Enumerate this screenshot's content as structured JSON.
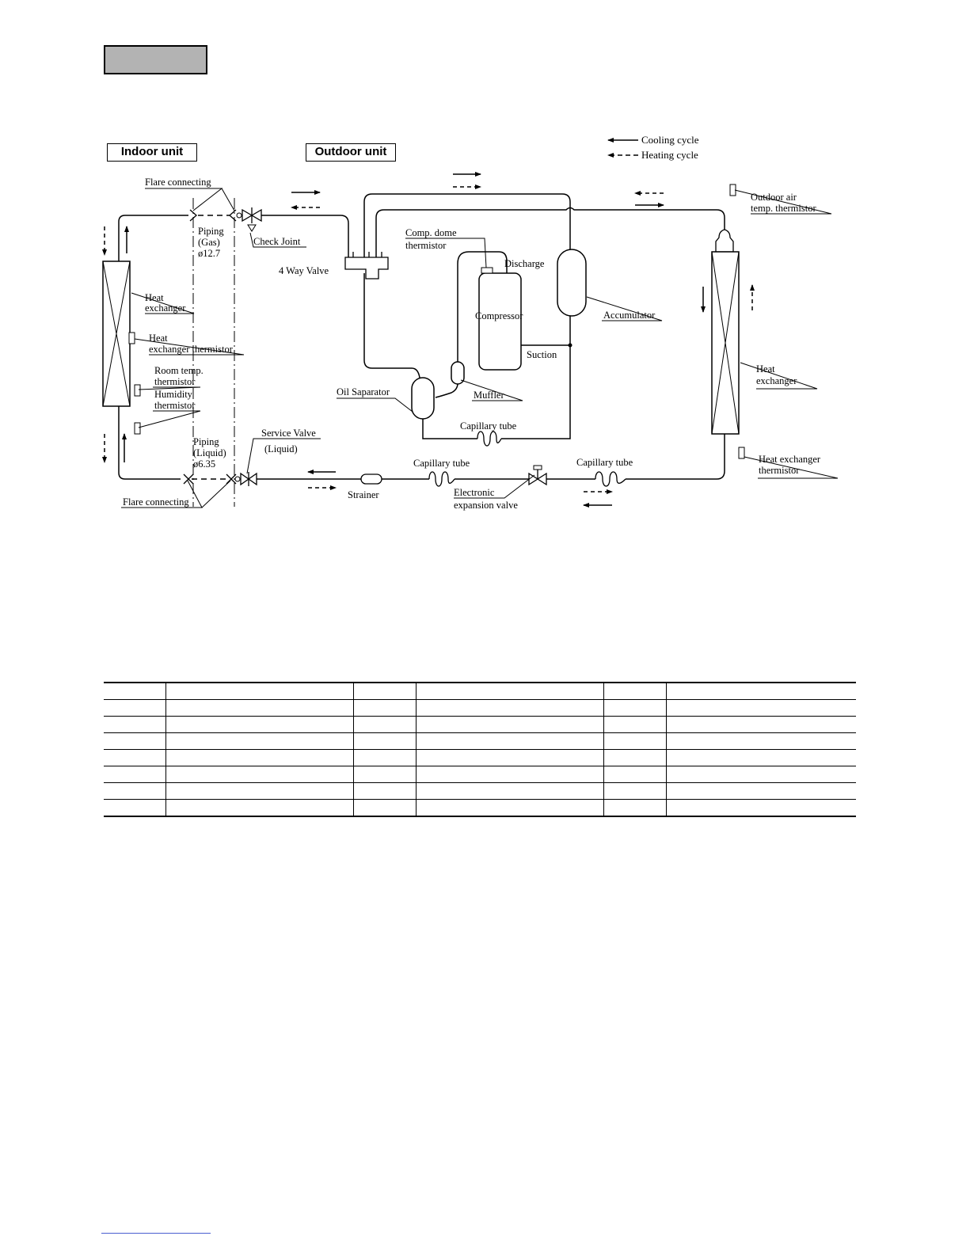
{
  "units": {
    "indoor": "Indoor unit",
    "outdoor": "Outdoor unit"
  },
  "legend": {
    "cooling": "Cooling cycle",
    "heating": "Heating cycle"
  },
  "labels": {
    "flare_top": "Flare connecting",
    "flare_bottom": "Flare connecting",
    "piping_gas": [
      "Piping",
      "(Gas)",
      "ø12.7"
    ],
    "piping_liquid": [
      "Piping",
      "(Liquid)",
      "ø6.35"
    ],
    "check_joint": "Check Joint",
    "four_way_valve": "4 Way Valve",
    "indoor_hx": [
      "Heat",
      "exchanger"
    ],
    "indoor_hx_thermistor": [
      "Heat",
      "exchanger thermistor"
    ],
    "room_temp_thermistor": [
      "Room temp.",
      "thermistor"
    ],
    "humidity_thermistor": [
      "Humidity",
      "thermistor"
    ],
    "service_valve": [
      "Service Valve",
      "(Liquid)"
    ],
    "comp_dome_thermistor": [
      "Comp. dome",
      "thermistor"
    ],
    "discharge": "Discharge",
    "compressor": "Compressor",
    "suction": "Suction",
    "accumulator": "Accumulator",
    "oil_separator": "Oil Saparator",
    "muffler": "Muffler",
    "capillary_tube_mid": "Capillary tube",
    "capillary_tube_low": "Capillary tube",
    "capillary_tube_right": "Capillary tube",
    "strainer": "Strainer",
    "electronic_expansion_valve": [
      "Electronic",
      "expansion valve"
    ],
    "outdoor_air_thermistor": [
      "Outdoor air",
      "temp. thermistor"
    ],
    "outdoor_hx": [
      "Heat",
      "exchanger"
    ],
    "outdoor_hx_thermistor": [
      "Heat exchanger",
      "thermistor"
    ]
  },
  "table": {
    "rows": 8,
    "cols": 6
  },
  "colors": {
    "line": "#000000",
    "header_box": "#b3b3b3",
    "footer_rule": "#4a5fd0"
  }
}
